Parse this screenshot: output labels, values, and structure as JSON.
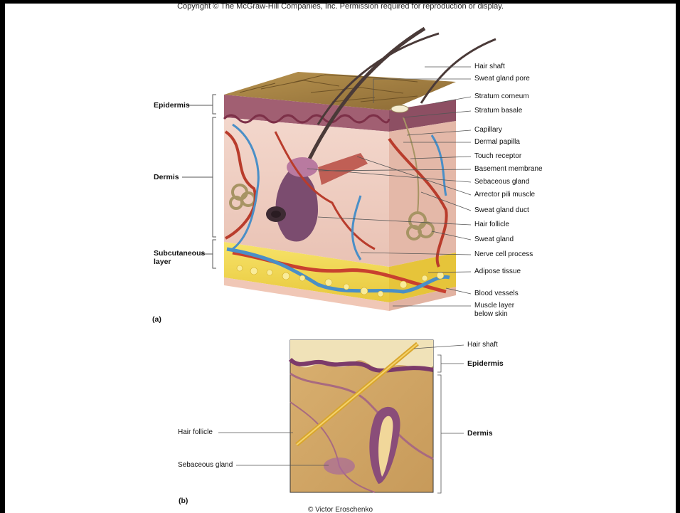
{
  "copyright": "Copyright © The McGraw-Hill Companies, Inc. Permission required for reproduction or display.",
  "credit": "© Victor Eroschenko",
  "figure_a": {
    "panel_label": "(a)",
    "left_labels": {
      "epidermis": "Epidermis",
      "dermis": "Dermis",
      "subcutaneous_1": "Subcutaneous",
      "subcutaneous_2": "layer"
    },
    "right_labels": [
      "Hair shaft",
      "Sweat gland pore",
      "Stratum corneum",
      "Stratum basale",
      "Capillary",
      "Dermal papilla",
      "Touch receptor",
      "Basement membrane",
      "Sebaceous gland",
      "Arrector pili muscle",
      "Sweat gland duct",
      "Hair follicle",
      "Sweat gland",
      "Nerve cell process",
      "Adipose tissue",
      "Blood vessels",
      "Muscle layer",
      "below skin"
    ]
  },
  "figure_b": {
    "panel_label": "(b)",
    "hair_shaft": "Hair shaft",
    "epidermis": "Epidermis",
    "dermis": "Dermis",
    "hair_follicle": "Hair follicle",
    "sebaceous_gland": "Sebaceous gland"
  }
}
